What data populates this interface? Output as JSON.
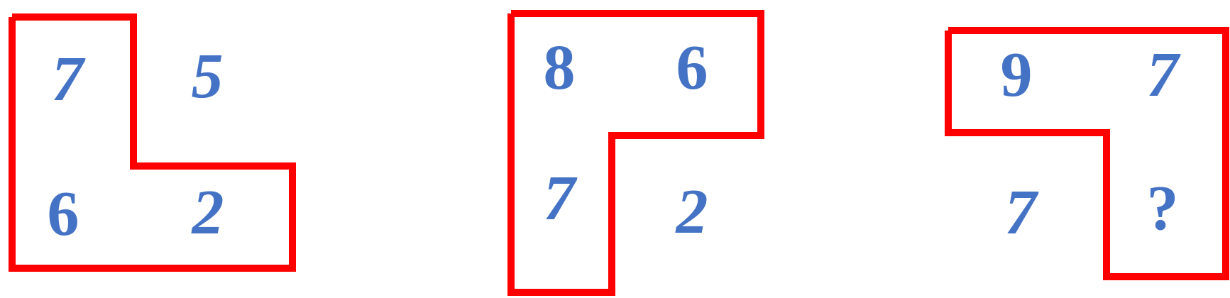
{
  "colors": {
    "outline": "#ff0000",
    "digit": "#4472c4"
  },
  "figures": [
    {
      "cells": [
        "7",
        "5",
        "6",
        "2"
      ]
    },
    {
      "cells": [
        "8",
        "6",
        "7",
        "2"
      ]
    },
    {
      "cells": [
        "9",
        "7",
        "7",
        "?"
      ]
    }
  ]
}
